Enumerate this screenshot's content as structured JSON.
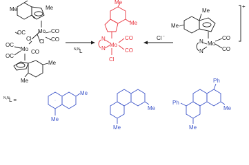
{
  "colors": {
    "black": "#1a1a1a",
    "red": "#e8303a",
    "blue": "#3d55c9"
  },
  "reactant_dimer": {
    "me_top_left": "Me",
    "me_top_right": "Me",
    "mo_upper": "Mo",
    "mo_lower": "Mo",
    "co_a": "OC",
    "co_b": "CO",
    "co_c": "CO",
    "co_d": "OC",
    "co_e": "CO",
    "co_f": "OC",
    "cl_a": "Cl",
    "cl_b": "Cl",
    "me_bottom_right": "Me",
    "me_bottom_left": "Me"
  },
  "arrow_left": {
    "reagent_superscript": "N,N",
    "reagent": "L"
  },
  "product": {
    "me_top": "Me",
    "me_right": "Me",
    "mo": "Mo",
    "co_top": "CO",
    "co_bottom": "CO",
    "n_upper": "N",
    "n_lower": "N",
    "cl": "Cl"
  },
  "arrow_right": {
    "reagent": "Cl",
    "charge": "−"
  },
  "cation": {
    "me_top": "Me",
    "me_left": "Me",
    "charge": "+",
    "mo": "Mo",
    "co_top": "CO",
    "co_bottom": "CO",
    "n_upper": "N",
    "n_lower": "N"
  },
  "ligand_key": {
    "prefix_superscript": "N,N",
    "prefix": "L ="
  },
  "ligands": [
    {
      "me_top": "Me",
      "me_bottom": "Me"
    },
    {
      "me_right": "Me",
      "me_left": "Me"
    },
    {
      "ph_top": "Ph",
      "ph_left": "Ph",
      "me_right": "Me",
      "me_left": "Me"
    }
  ]
}
